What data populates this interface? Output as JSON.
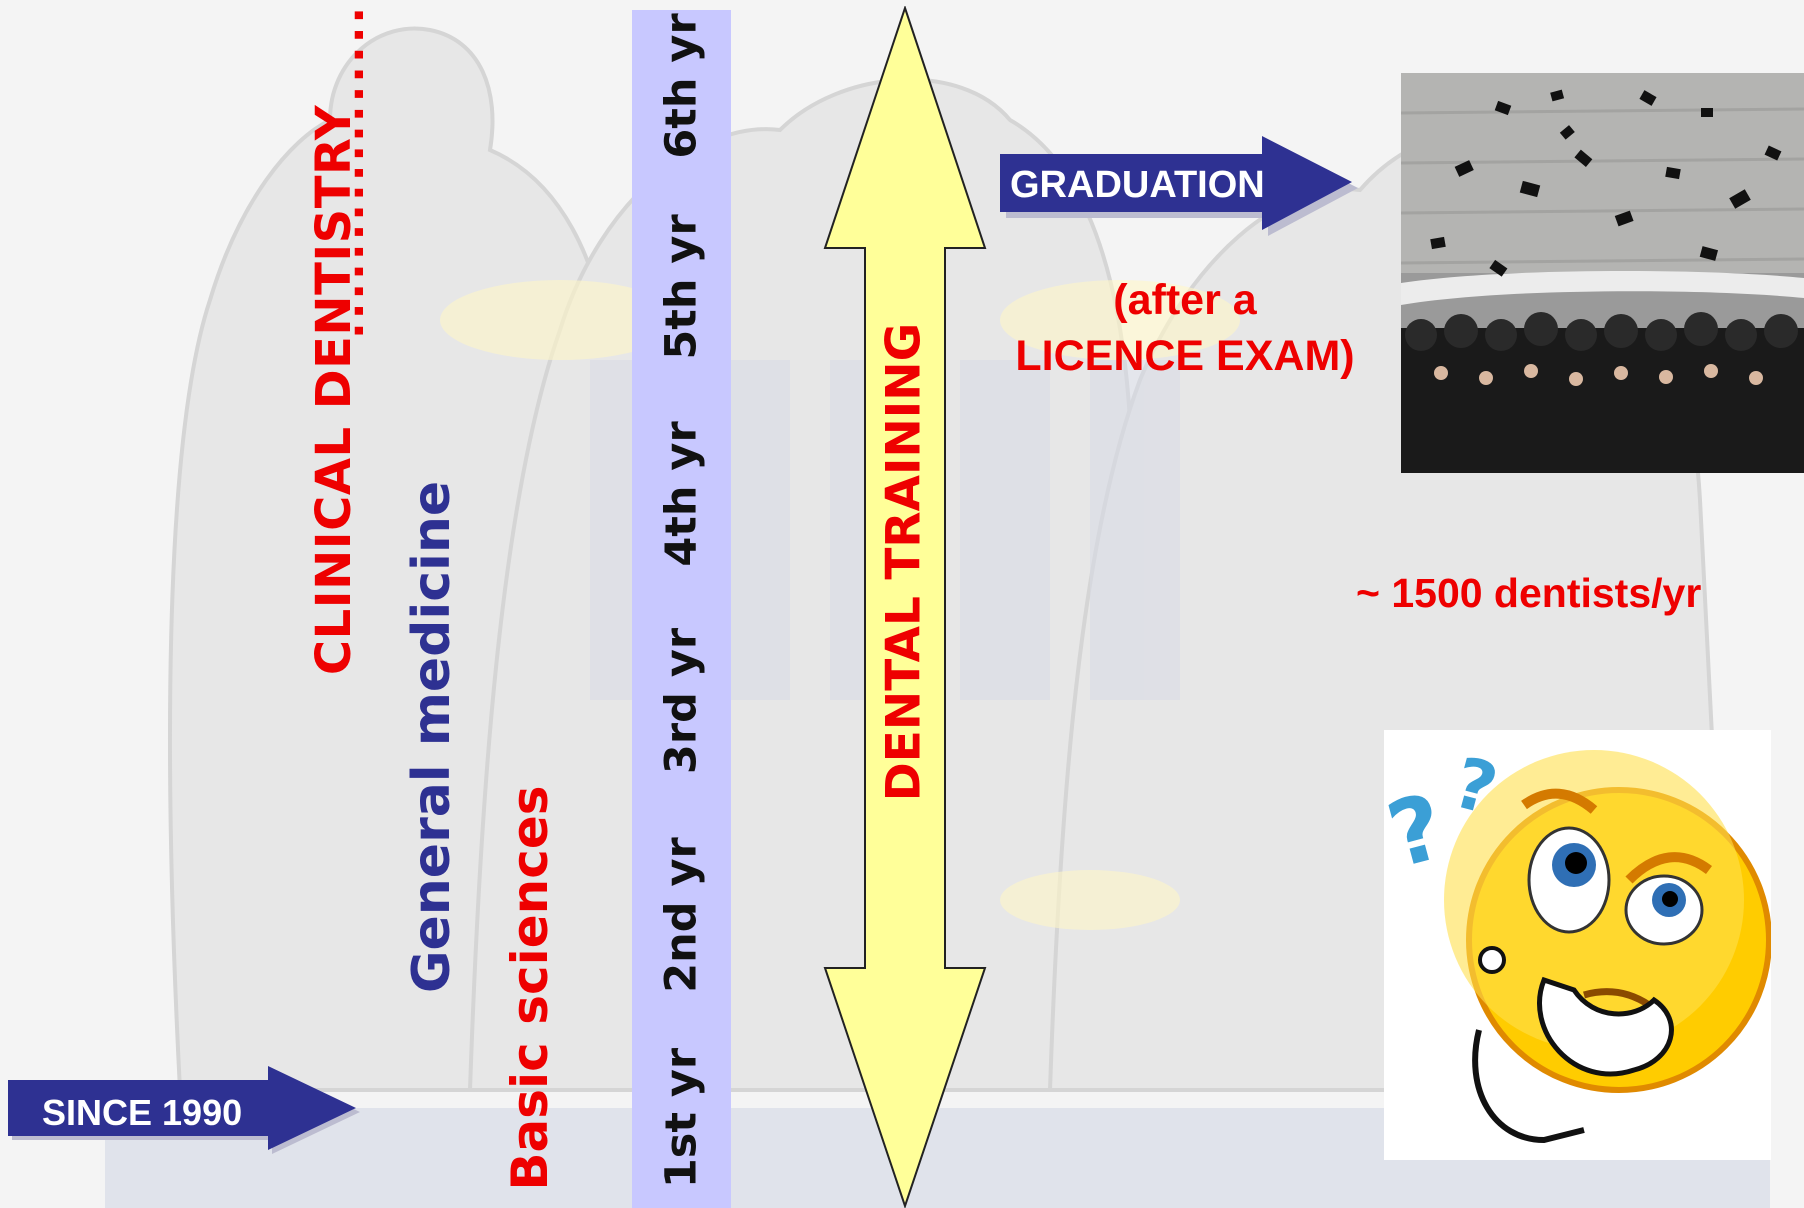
{
  "labels": {
    "clinical_dentistry": "CLINICAL DENTISTRY",
    "clinical_dots": ".....................",
    "general_medicine": "General medicine",
    "basic_sciences": "Basic sciences",
    "dental_training": "DENTAL TRAINING"
  },
  "years": [
    "1st yr",
    "2nd yr",
    "3rd yr",
    "4th yr",
    "5th yr",
    "6th yr"
  ],
  "arrows": {
    "since": "SINCE 1990",
    "graduation": "GRADUATION"
  },
  "notes": {
    "licence_line1": "(after a",
    "licence_line2": "LICENCE EXAM)",
    "dentists_per_year": "~ 1500 dentists/yr"
  },
  "colors": {
    "red": "#ee0000",
    "navy": "#2e3192",
    "year_band": "#c8c8ff",
    "arrow_yellow": "#ffff99"
  }
}
